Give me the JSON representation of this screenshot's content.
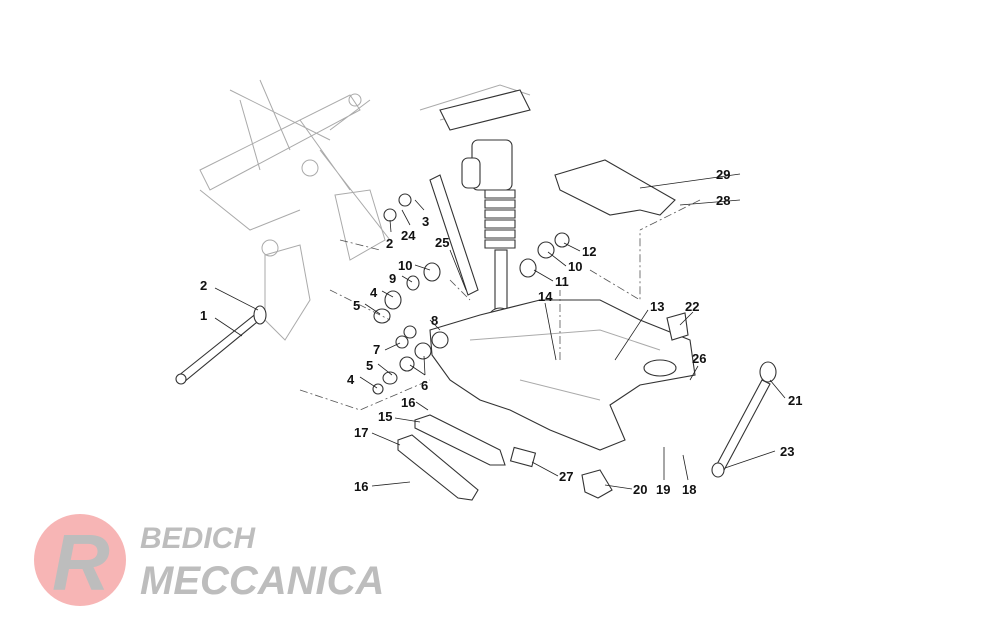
{
  "diagram": {
    "watermark": {
      "logo_letter": "R",
      "text_top": "BEDICH",
      "text_bottom": "MECCANICA",
      "color": "#f08080"
    },
    "callouts": [
      "29",
      "28",
      "12",
      "10",
      "11",
      "25",
      "3",
      "24",
      "2",
      "10",
      "9",
      "4",
      "5",
      "8",
      "7",
      "5",
      "6",
      "4",
      "14",
      "13",
      "22",
      "26",
      "21",
      "23",
      "2",
      "1",
      "16",
      "15",
      "17",
      "16",
      "27",
      "20",
      "19",
      "18"
    ]
  }
}
